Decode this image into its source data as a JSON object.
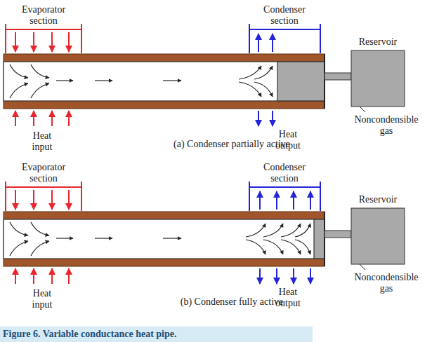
{
  "diagram": {
    "caption": "Figure 6. Variable conductance heat pipe.",
    "labels": [
      "Evaporator section",
      "Condenser section",
      "Reservoir",
      "Heat input",
      "Heat output",
      "Noncondensible gas",
      "(a) Condenser partially active",
      "Evaporator section",
      "Condenser section",
      "Reservoir",
      "Heat input",
      "Heat output",
      "Noncondensible gas",
      "(b) Condenser fully active"
    ]
  }
}
